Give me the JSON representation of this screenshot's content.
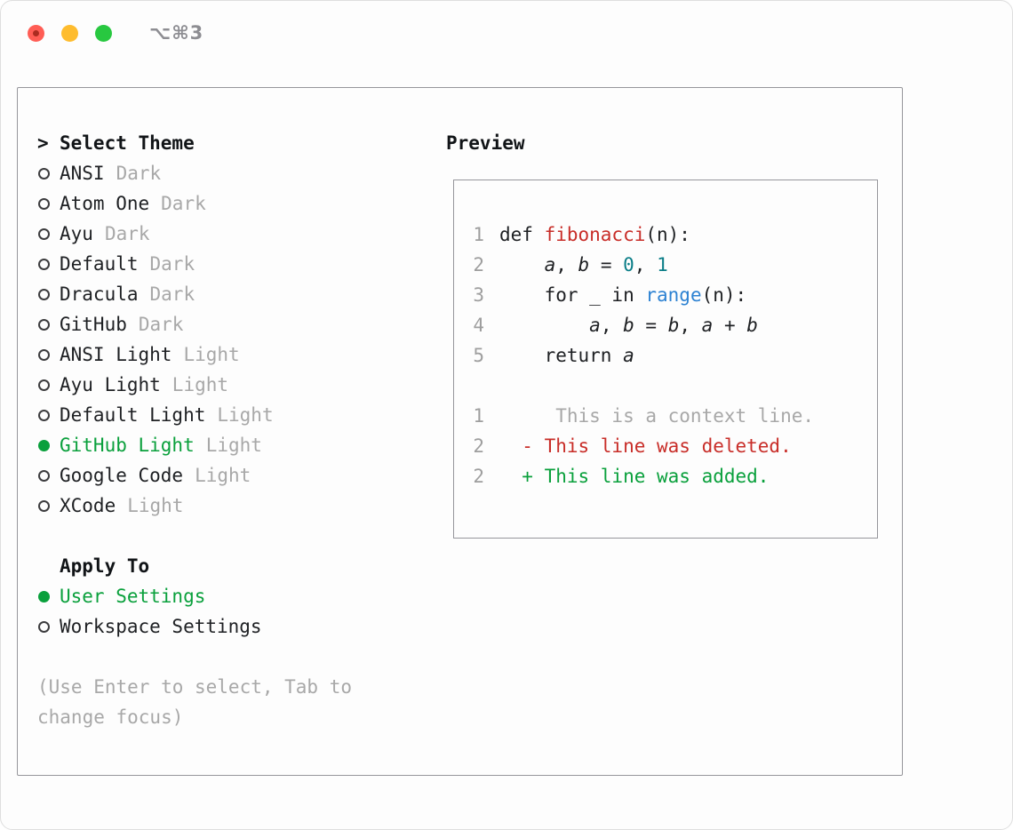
{
  "colors": {
    "accent_green": "#0aa03c",
    "red": "#c82d28",
    "blue": "#2d82d2",
    "teal": "#0a7d87",
    "gray": "#a8a8a8",
    "foreground": "#1e2023",
    "panel_border": "#96969b",
    "traffic_red": "#ff5d55",
    "traffic_yellow": "#febc2e",
    "traffic_green": "#28c840"
  },
  "titlebar": {
    "shortcut": "⌥⌘3"
  },
  "theme_selector": {
    "title_prefix": ">",
    "title": "Select Theme",
    "items": [
      {
        "name": "ANSI",
        "variant": "Dark",
        "selected": false
      },
      {
        "name": "Atom One",
        "variant": "Dark",
        "selected": false
      },
      {
        "name": "Ayu",
        "variant": "Dark",
        "selected": false
      },
      {
        "name": "Default",
        "variant": "Dark",
        "selected": false
      },
      {
        "name": "Dracula",
        "variant": "Dark",
        "selected": false
      },
      {
        "name": "GitHub",
        "variant": "Dark",
        "selected": false
      },
      {
        "name": "ANSI Light",
        "variant": "Light",
        "selected": false
      },
      {
        "name": "Ayu Light",
        "variant": "Light",
        "selected": false
      },
      {
        "name": "Default Light",
        "variant": "Light",
        "selected": false
      },
      {
        "name": "GitHub Light",
        "variant": "Light",
        "selected": true
      },
      {
        "name": "Google Code",
        "variant": "Light",
        "selected": false
      },
      {
        "name": "XCode",
        "variant": "Light",
        "selected": false
      }
    ]
  },
  "apply_to": {
    "title": "Apply To",
    "options": [
      {
        "label": "User Settings",
        "selected": true
      },
      {
        "label": "Workspace Settings",
        "selected": false
      }
    ]
  },
  "hint": "(Use Enter to select, Tab to change focus)",
  "preview": {
    "title": "Preview",
    "lines": [
      {
        "num": "1",
        "tokens": [
          {
            "text": "def ",
            "style": "plain"
          },
          {
            "text": "fibonacci",
            "style": "func"
          },
          {
            "text": "(n):",
            "style": "plain"
          }
        ]
      },
      {
        "num": "2",
        "tokens": [
          {
            "text": "    ",
            "style": "plain"
          },
          {
            "text": "a",
            "style": "var"
          },
          {
            "text": ", ",
            "style": "plain"
          },
          {
            "text": "b",
            "style": "var"
          },
          {
            "text": " = ",
            "style": "plain"
          },
          {
            "text": "0",
            "style": "number"
          },
          {
            "text": ", ",
            "style": "plain"
          },
          {
            "text": "1",
            "style": "number"
          }
        ]
      },
      {
        "num": "3",
        "tokens": [
          {
            "text": "    for _ in ",
            "style": "plain"
          },
          {
            "text": "range",
            "style": "builtin"
          },
          {
            "text": "(n):",
            "style": "plain"
          }
        ]
      },
      {
        "num": "4",
        "tokens": [
          {
            "text": "        ",
            "style": "plain"
          },
          {
            "text": "a",
            "style": "var"
          },
          {
            "text": ", ",
            "style": "plain"
          },
          {
            "text": "b",
            "style": "var"
          },
          {
            "text": " = ",
            "style": "plain"
          },
          {
            "text": "b",
            "style": "var"
          },
          {
            "text": ", ",
            "style": "plain"
          },
          {
            "text": "a",
            "style": "var"
          },
          {
            "text": " + ",
            "style": "plain"
          },
          {
            "text": "b",
            "style": "var"
          }
        ]
      },
      {
        "num": "5",
        "tokens": [
          {
            "text": "    return ",
            "style": "plain"
          },
          {
            "text": "a",
            "style": "var"
          }
        ]
      },
      {
        "num": "",
        "tokens": []
      },
      {
        "num": "1",
        "tokens": [
          {
            "text": "     This is a context line.",
            "style": "context"
          }
        ]
      },
      {
        "num": "2",
        "tokens": [
          {
            "text": "  - This line was deleted.",
            "style": "deleted"
          }
        ]
      },
      {
        "num": "2",
        "tokens": [
          {
            "text": "  + This line was added.",
            "style": "added"
          }
        ]
      }
    ]
  }
}
